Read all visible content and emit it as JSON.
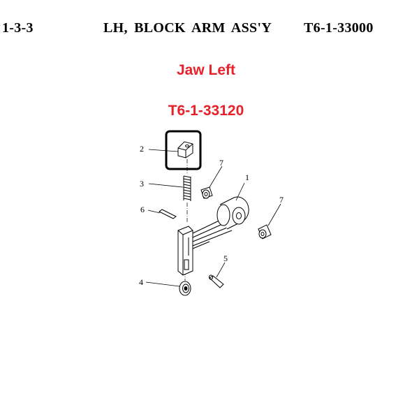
{
  "header": {
    "ref": "1-3-3",
    "title": "LH,  BLOCK  ARM  ASS'Y",
    "part_number": "T6-1-33000"
  },
  "subtitle": {
    "name": "Jaw Left",
    "code": "T6-1-33120"
  },
  "callouts": {
    "c1": "1",
    "c2": "2",
    "c3": "3",
    "c4": "4",
    "c5": "5",
    "c6": "6",
    "c7a": "7",
    "c7b": "7"
  },
  "highlight_color": "#000000",
  "accent_color": "#e8202a"
}
